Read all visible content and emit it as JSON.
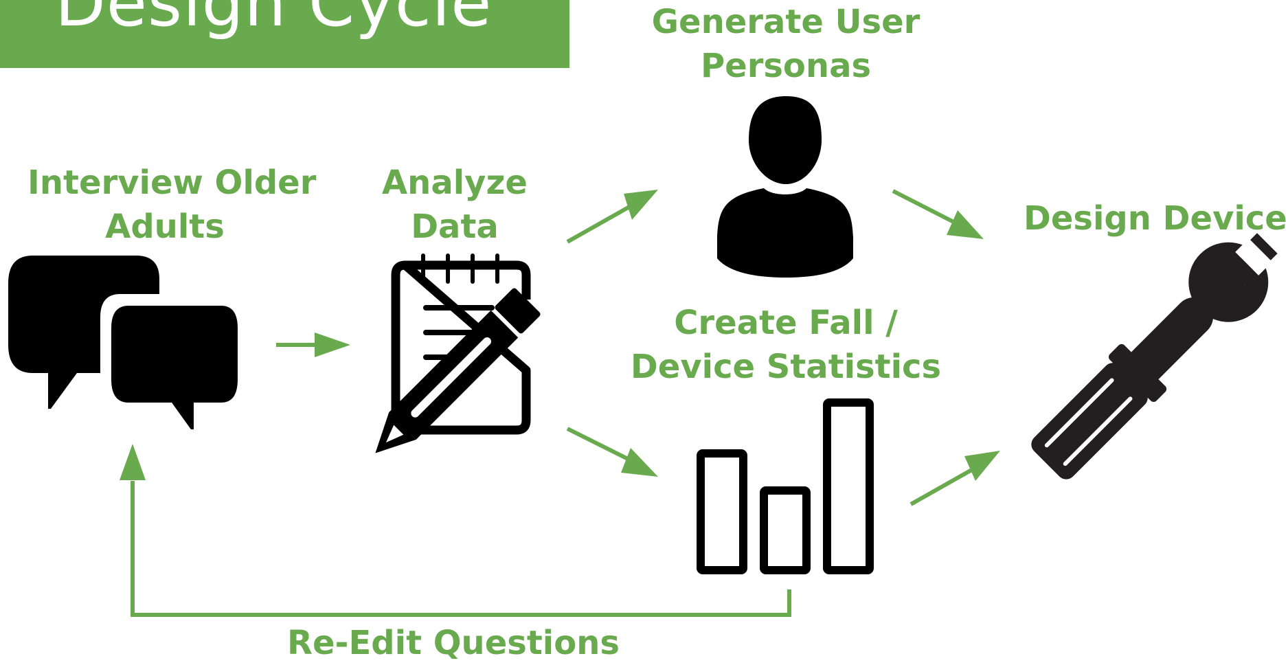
{
  "title": "Design Cycle",
  "steps": {
    "interview": {
      "line1": "Interview Older",
      "line2": "Adults"
    },
    "analyze": {
      "line1": "Analyze",
      "line2": "Data"
    },
    "personas": {
      "line1": "Generate User",
      "line2": "Personas"
    },
    "statistics": {
      "line1": "Create Fall /",
      "line2": "Device Statistics"
    },
    "design": {
      "line1": "Design Device"
    }
  },
  "feedback_label": "Re-Edit Questions",
  "icons": {
    "interview": "speech-bubbles-icon",
    "analyze": "notepad-pencil-icon",
    "personas": "person-icon",
    "statistics": "bar-chart-icon",
    "design": "wrench-screwdriver-icon"
  },
  "colors": {
    "accent": "#6aaa4f",
    "icon": "#000000",
    "tools": "#231f20",
    "background": "#ffffff"
  }
}
